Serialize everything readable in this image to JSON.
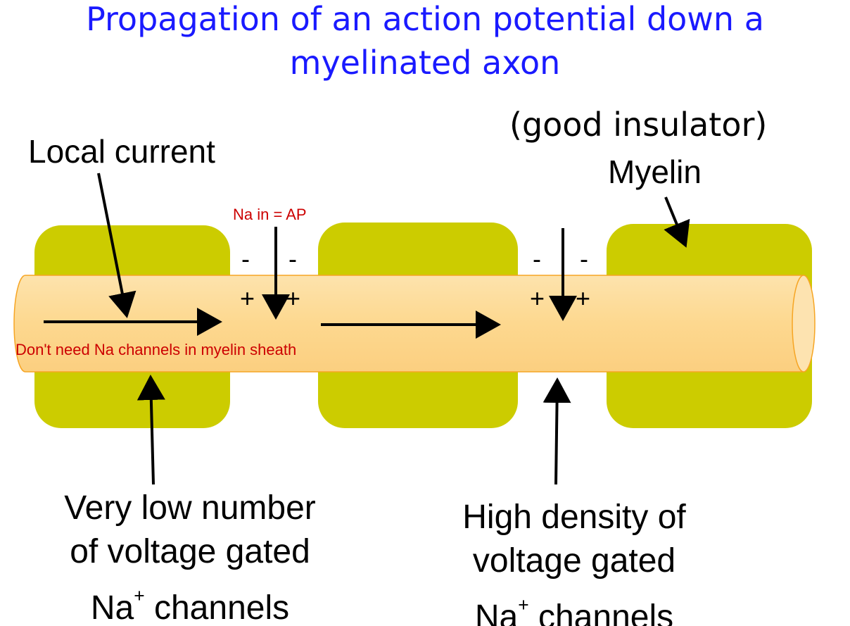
{
  "title": {
    "line1": "Propagation of an action potential down a",
    "line2": "myelinated axon"
  },
  "labels": {
    "local_current": "Local current",
    "good_insulator": "(good insulator)",
    "myelin": "Myelin",
    "na_in_ap": "Na in = AP",
    "dont_need": "Don't need Na channels in myelin sheath",
    "low_number": [
      "Very low number",
      "of voltage gated",
      "channels"
    ],
    "high_density": [
      "High density of",
      "voltage gated",
      "channels"
    ],
    "na": "Na",
    "plus_sup": "+",
    "minus": "-",
    "plus": "+"
  },
  "colors": {
    "myelin": "#cccc00",
    "axon": "#fdd88f",
    "axon_edge": "#f6a524",
    "title": "#1a1aff",
    "annotation": "#cc0000"
  }
}
